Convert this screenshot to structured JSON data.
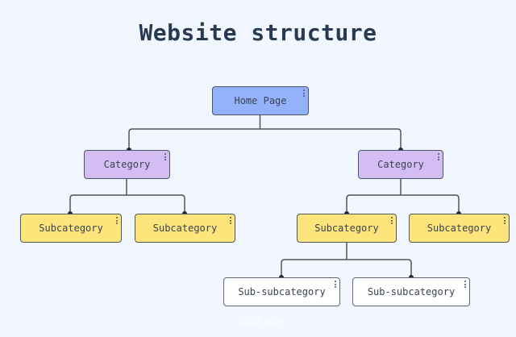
{
  "title": "Website structure",
  "colors": {
    "background": "#f2f6fe",
    "title": "#283a52",
    "connector": "#4b5567",
    "home": "#94b1fb",
    "category": "#d3bdf2",
    "subcategory": "#fde47b",
    "sub_subcategory": "#ffffff"
  },
  "tree": {
    "home": {
      "label": "Home Page",
      "menu_icon": "vertical-ellipsis"
    },
    "categories": [
      {
        "label": "Category",
        "menu_icon": "vertical-ellipsis",
        "children": [
          {
            "label": "Subcategory",
            "menu_icon": "vertical-ellipsis",
            "children": []
          },
          {
            "label": "Subcategory",
            "menu_icon": "vertical-ellipsis",
            "children": []
          }
        ]
      },
      {
        "label": "Category",
        "menu_icon": "vertical-ellipsis",
        "children": [
          {
            "label": "Subcategory",
            "menu_icon": "vertical-ellipsis",
            "children": [
              {
                "label": "Sub-subcategory",
                "menu_icon": "vertical-ellipsis"
              },
              {
                "label": "Sub-subcategory",
                "menu_icon": "vertical-ellipsis"
              }
            ]
          },
          {
            "label": "Subcategory",
            "menu_icon": "vertical-ellipsis",
            "children": []
          }
        ]
      }
    ]
  },
  "watermark": "slickplan"
}
